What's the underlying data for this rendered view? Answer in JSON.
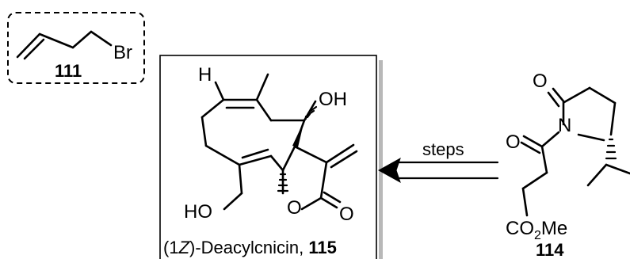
{
  "reagent": {
    "atom_br": "Br",
    "label": "111"
  },
  "target": {
    "atom_h": "H",
    "atom_oh": "OH",
    "atom_ho": "HO",
    "atom_ring_o": "O",
    "atom_carbonyl_o": "O",
    "caption_prefix": "(1",
    "caption_italic": "Z",
    "caption_name": ")-Deacylcnicin, ",
    "caption_number": "115"
  },
  "reaction": {
    "arrow_label": "steps"
  },
  "starting_material": {
    "atom_lactam_o": "O",
    "atom_n": "N",
    "atom_acyl_o": "O",
    "ester_co": "CO",
    "ester_sub": "2",
    "ester_me": "Me",
    "label": "114"
  }
}
